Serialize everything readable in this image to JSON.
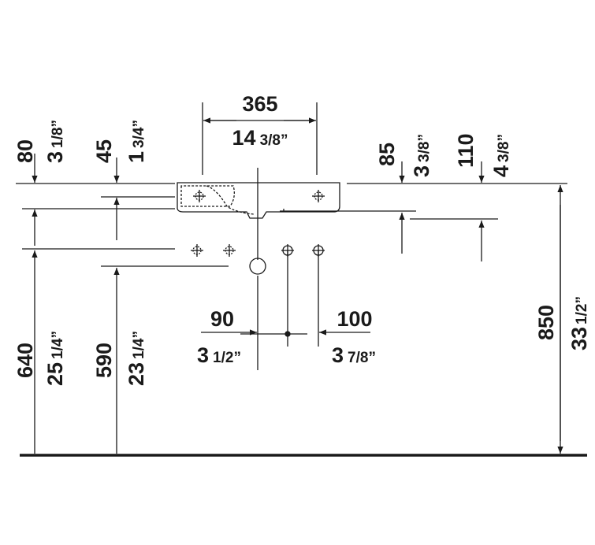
{
  "dimensions": {
    "basin_width": {
      "mm": "365",
      "inch_whole": "14",
      "inch_frac": "3/8”"
    },
    "overflow_offset": {
      "mm": "80",
      "inch_whole": "3",
      "inch_frac": "1/8”"
    },
    "tap_hole_offset": {
      "mm": "45",
      "inch_whole": "1",
      "inch_frac": "3/4”"
    },
    "bowl_depth": {
      "mm": "85",
      "inch_whole": "3",
      "inch_frac": "3/8”"
    },
    "overall_depth": {
      "mm": "110",
      "inch_whole": "4",
      "inch_frac": "3/8”"
    },
    "wall_fixing_height": {
      "mm": "640",
      "inch_whole": "25",
      "inch_frac": "1/4”"
    },
    "waste_height": {
      "mm": "590",
      "inch_whole": "23",
      "inch_frac": "1/4”"
    },
    "fixing_left": {
      "mm": "90",
      "inch_whole": "3",
      "inch_frac": "1/2”"
    },
    "fixing_right": {
      "mm": "100",
      "inch_whole": "3",
      "inch_frac": "7/8”"
    },
    "top_height": {
      "mm": "850",
      "inch_whole": "33",
      "inch_frac": "1/2”"
    }
  }
}
